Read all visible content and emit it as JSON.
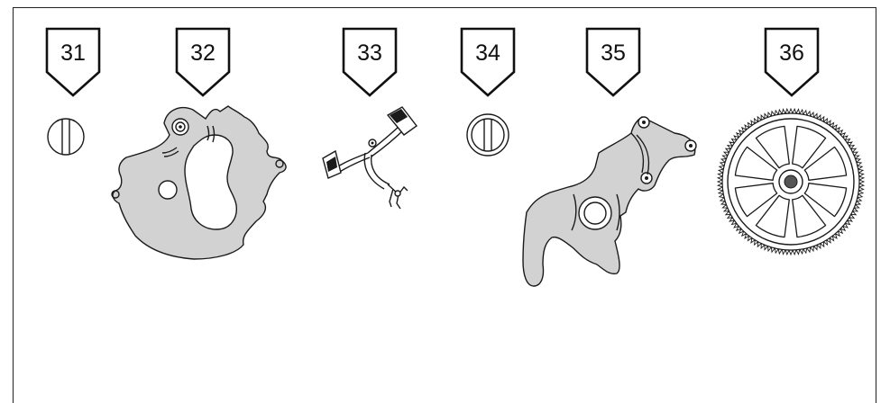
{
  "parts": [
    {
      "number": "31",
      "icon": "screw-icon"
    },
    {
      "number": "32",
      "icon": "plate-icon"
    },
    {
      "number": "33",
      "icon": "spring-icon"
    },
    {
      "number": "34",
      "icon": "screw-icon"
    },
    {
      "number": "35",
      "icon": "lever-icon"
    },
    {
      "number": "36",
      "icon": "gear-wheel-icon"
    }
  ],
  "colors": {
    "part_fill": "#d2d2d2",
    "outline": "#1a1a1a",
    "frame": "#222222",
    "background": "#ffffff"
  }
}
